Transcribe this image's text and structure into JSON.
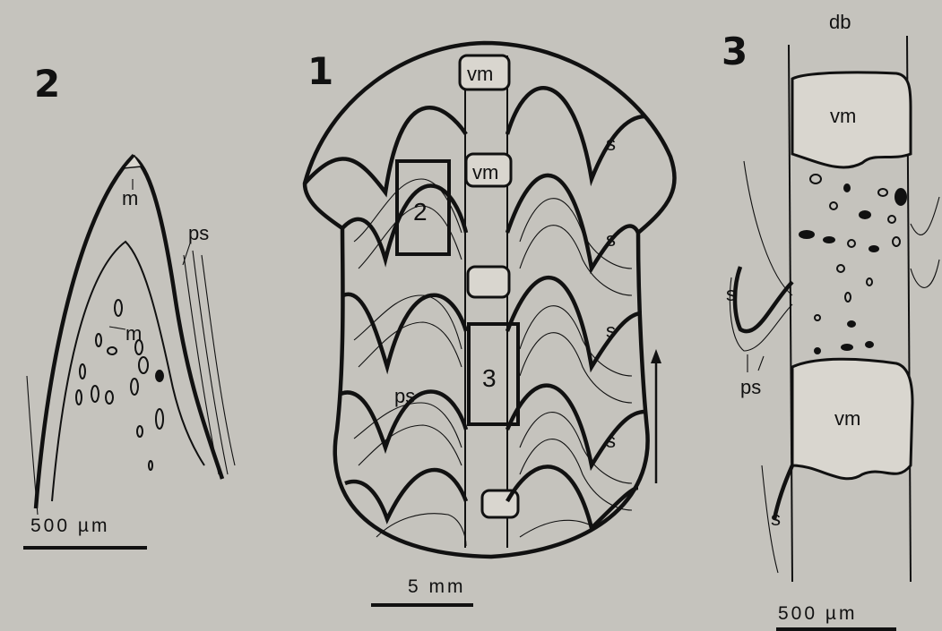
{
  "panels": {
    "p1": {
      "number": "1",
      "labels": {
        "vm_top": "vm",
        "vm_mid": "vm",
        "s1": "s",
        "s2": "s",
        "s3": "s",
        "s4": "s",
        "ps": "ps",
        "box2": "2",
        "box3": "3"
      },
      "scale": "5 mm"
    },
    "p2": {
      "number": "2",
      "labels": {
        "m_top": "m",
        "m_mid": "m",
        "ps": "ps"
      },
      "scale": "500 µm"
    },
    "p3": {
      "number": "3",
      "labels": {
        "db": "db",
        "vm_top": "vm",
        "vm_bottom": "vm",
        "s_upper": "s",
        "s_lower": "s",
        "ps": "ps"
      },
      "scale": "500 µm"
    }
  },
  "colors": {
    "background": "#c5c3bd",
    "ink": "#111111",
    "stipple_fill": "#d9d6cf"
  }
}
